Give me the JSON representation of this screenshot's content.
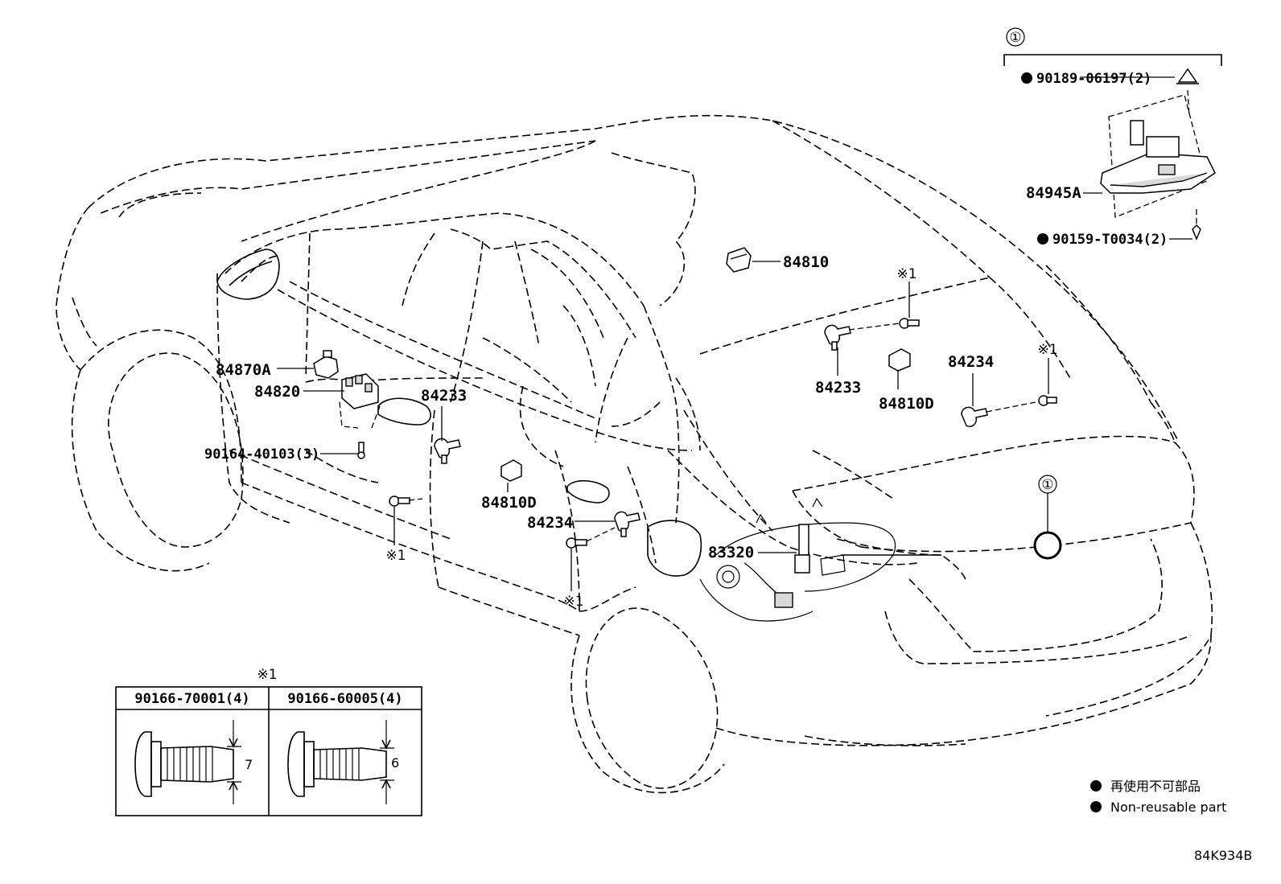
{
  "callouts": {
    "c1": "①",
    "note": "※1"
  },
  "parts": {
    "p_90189": "90189-06197(2)",
    "p_84945A": "84945A",
    "p_90159": "90159-T0034(2)",
    "p_84810": "84810",
    "p_84870A": "84870A",
    "p_84820": "84820",
    "p_90164": "90164-40103(3)",
    "p_84233_front": "84233",
    "p_84233_rear": "84233",
    "p_84234_rear": "84234",
    "p_84234_front": "84234",
    "p_84810D_rear": "84810D",
    "p_84810D_front": "84810D",
    "p_83320": "83320"
  },
  "bolt_table": {
    "header_note": "※1",
    "cols": [
      {
        "part": "90166-70001(4)",
        "dimension": "7"
      },
      {
        "part": "90166-60005(4)",
        "dimension": "6"
      }
    ]
  },
  "legend": {
    "items": [
      {
        "symbol": "filled-circle",
        "text": "再使用不可部品"
      },
      {
        "symbol": "filled-circle",
        "text": "Non-reusable part"
      }
    ]
  },
  "diagram_id": "84K934B"
}
